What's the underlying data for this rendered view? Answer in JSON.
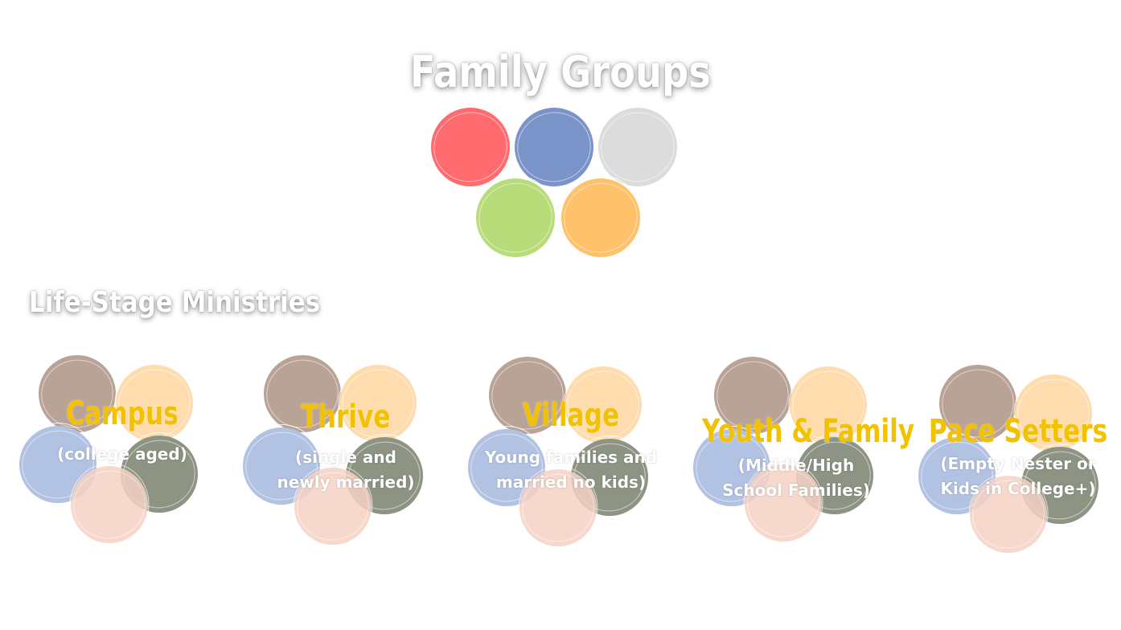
{
  "title": "Family Groups",
  "section_label": "Life-Stage Ministries",
  "colors": {
    "red": "#ff6b6f",
    "blue": "#7a93c8",
    "gray": "#dcdcdc",
    "green": "#b8dc7a",
    "orange": "#ffc26a",
    "brown": "#b9a296",
    "peach": "#ffdcae",
    "light_blue": "#b2c2e2",
    "olive": "#8d9483",
    "salmon": "#f6d2c4",
    "name_yellow": "#f2c200"
  },
  "ministries": [
    {
      "name": "Campus",
      "desc_line1": "(college aged)",
      "desc_line2": ""
    },
    {
      "name": "Thrive",
      "desc_line1": "(single and",
      "desc_line2": "newly married)"
    },
    {
      "name": "Village",
      "desc_line1": "Young families and",
      "desc_line2": "married no kids)"
    },
    {
      "name": "Youth & Family",
      "desc_line1": "(Middle/High",
      "desc_line2": "School Families)"
    },
    {
      "name": "Pace Setters",
      "desc_line1": "(Empty Nester or",
      "desc_line2": "Kids in College+)"
    }
  ]
}
